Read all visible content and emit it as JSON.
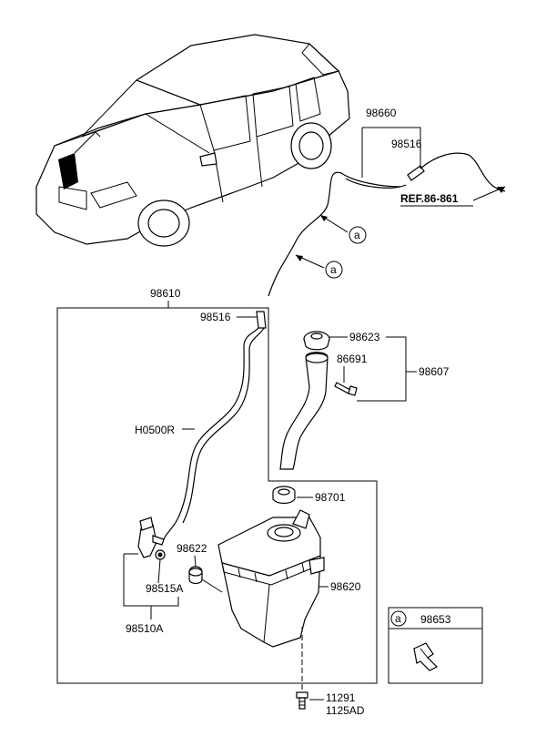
{
  "labels": {
    "p98660": "98660",
    "p98516_top": "98516",
    "ref": "REF.86-861",
    "callout_a": "a",
    "p98610": "98610",
    "p98516": "98516",
    "h0500r": "H0500R",
    "p98623": "98623",
    "p86691": "86691",
    "p98607": "98607",
    "p98701": "98701",
    "p98622": "98622",
    "p98515a": "98515A",
    "p98620": "98620",
    "p98510a": "98510A",
    "p11291": "11291",
    "p1125ad": "1125AD",
    "p98653": "98653"
  }
}
